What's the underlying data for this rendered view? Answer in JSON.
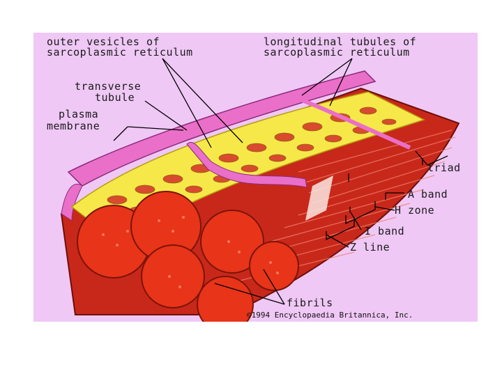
{
  "labels": {
    "outer_vesicles_1": "outer vesicles of",
    "outer_vesicles_2": "sarcoplasmic reticulum",
    "longitudinal_1": "longitudinal tubules of",
    "longitudinal_2": "sarcoplasmic reticulum",
    "transverse_1": "transverse",
    "transverse_2": "tubule",
    "plasma_1": "plasma",
    "plasma_2": "membrane",
    "triad": "triad",
    "a_band": "A band",
    "h_zone": "H zone",
    "i_band": "I band",
    "z_line": "Z line",
    "fibrils": "fibrils"
  },
  "credit": "©1994 Encyclopaedia Britannica, Inc.",
  "colors": {
    "background": "#efc8f5",
    "membrane": "#ea6fc8",
    "reticulum": "#f7e84a",
    "fibril": "#e83418",
    "muscle": "#c8281a"
  }
}
